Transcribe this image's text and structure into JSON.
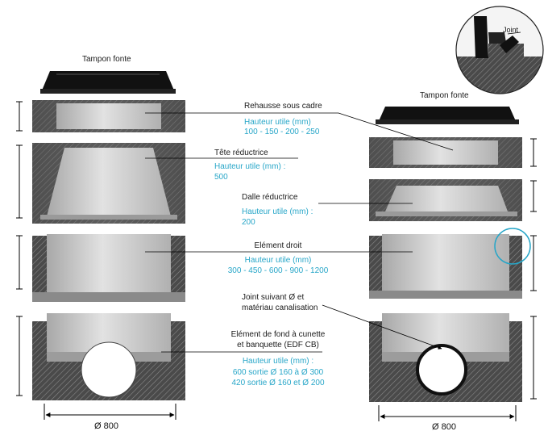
{
  "labels": {
    "tampon_left": "Tampon fonte",
    "tampon_right": "Tampon fonte",
    "joint_inset": "Joint",
    "rehausse_name": "Rehausse sous cadre",
    "rehausse_spec1": "Hauteur utile (mm)",
    "rehausse_spec2": "100 - 150 - 200 - 250",
    "tete_name": "Tête réductrice",
    "tete_spec1": "Hauteur utile (mm) :",
    "tete_spec2": "500",
    "dalle_name": "Dalle réductrice",
    "dalle_spec1": "Hauteur utile (mm) :",
    "dalle_spec2": "200",
    "element_name": "Elément droit",
    "element_spec1": "Hauteur utile (mm)",
    "element_spec2": "300 - 450 - 600 - 900 - 1200",
    "joint_name1": "Joint suivant Ø et",
    "joint_name2": "matériau canalisation",
    "fond_name1": "Elément de fond à cunette",
    "fond_name2": "et banquette (EDF CB)",
    "fond_spec1": "Hauteur utile (mm) :",
    "fond_spec2": "600 sortie Ø 160 à Ø 300",
    "fond_spec3": "420 sortie Ø 160 et Ø 200",
    "dim_left": "Ø 800",
    "dim_right": "Ø 800"
  },
  "colors": {
    "concrete_dark": "#5a5a5a",
    "concrete_light": "#cfcfcf",
    "cast_iron": "#111111",
    "accent": "#27a6c8"
  }
}
